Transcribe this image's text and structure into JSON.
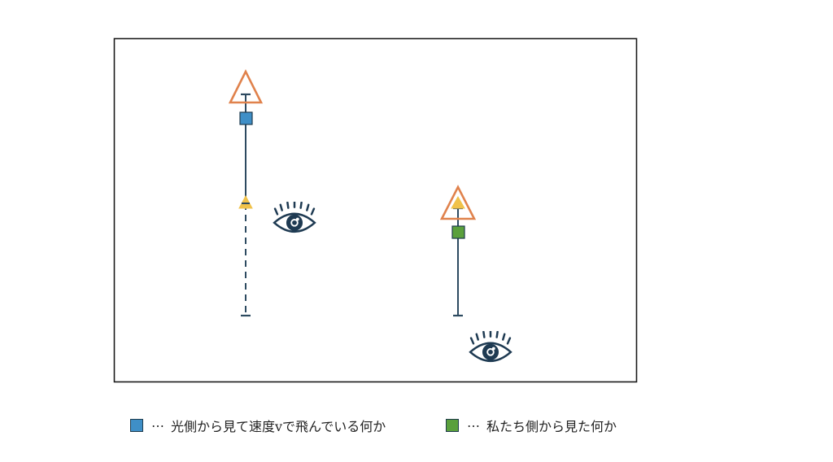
{
  "colors": {
    "blue_marker": "#3f8fc7",
    "green_marker": "#5aa03c",
    "orange_triangle": "#e0824c",
    "yellow_triangle": "#f0c24a",
    "line": "#2d4a60",
    "eye": "#1e3a52"
  },
  "icons": [
    "eye-icon",
    "triangle-marker",
    "square-marker"
  ],
  "legend": {
    "item1": {
      "dots": "⋯",
      "label": "光側から見て速度vで飛んでいる何か"
    },
    "item2": {
      "dots": "⋯",
      "label": "私たち側から見た何か"
    }
  }
}
